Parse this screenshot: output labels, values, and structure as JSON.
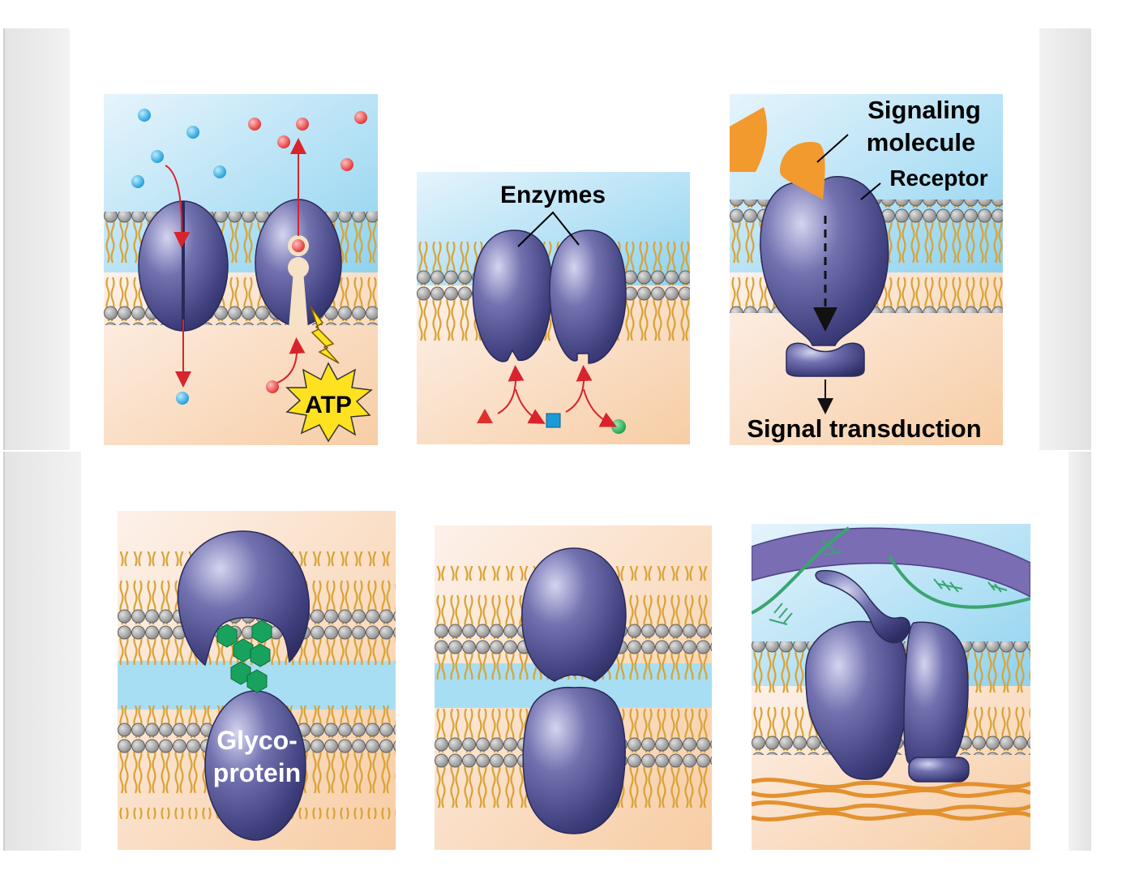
{
  "labels": {
    "atp": "ATP",
    "enzymes": "Enzymes",
    "signaling_line1": "Signaling",
    "signaling_line2": "molecule",
    "receptor": "Receptor",
    "signal_transduction": "Signal transduction",
    "glyco_line1": "Glyco-",
    "glyco_line2": "protein"
  },
  "colors": {
    "protein": "#4e4e8e",
    "head": "#a3a3a3",
    "tail": "#e6b64a",
    "arrow": "#d9232d",
    "signal": "#f29a2e",
    "starburst": "#ffe21f",
    "sugar": "#19a25d",
    "filament": "#e3912f",
    "fiber": "#3aa56e"
  }
}
